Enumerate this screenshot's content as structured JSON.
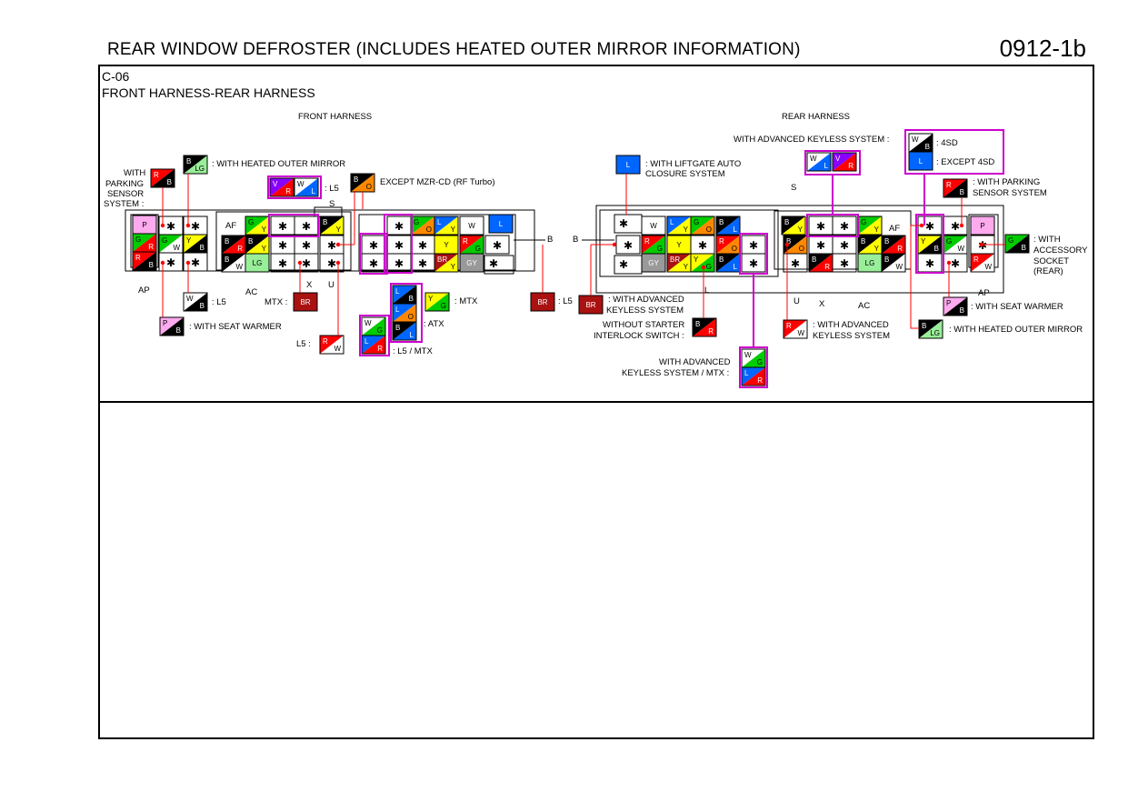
{
  "page": {
    "title": "REAR WINDOW DEFROSTER (INCLUDES HEATED OUTER MIRROR INFORMATION)",
    "code": "0912-1b"
  },
  "connector": {
    "id": "C-06",
    "name": "FRONT HARNESS-REAR HARNESS",
    "front_label": "FRONT HARNESS",
    "rear_label": "REAR HARNESS"
  },
  "colors": {
    "B": "#000000",
    "W": "#ffffff",
    "R": "#ff0000",
    "G": "#00cc00",
    "LG": "#99ee99",
    "Y": "#ffff00",
    "O": "#ff8800",
    "L": "#0066ff",
    "V": "#8800ff",
    "P": "#ffaaee",
    "BR": "#aa1111",
    "GY": "#999999",
    "highlight": "#cc00cc",
    "dot": "#ff0000"
  },
  "front": {
    "marks": {
      "ap": "AP",
      "af": "AF",
      "ac": "AC",
      "x": "X",
      "u": "U",
      "s": "S",
      "b": "B"
    },
    "notes": [
      {
        "code": "R/B",
        "text": "WITH PARKING SENSOR SYSTEM :"
      },
      {
        "code": "B/LG",
        "text": ": WITH HEATED OUTER MIRROR"
      },
      {
        "code": "V/R W/L",
        "text": ": L5"
      },
      {
        "code": "B/O",
        "text": "EXCEPT MZR-CD (RF Turbo)"
      },
      {
        "code": "W/B",
        "text": ": L5"
      },
      {
        "code": "P/B",
        "text": ": WITH SEAT WARMER"
      },
      {
        "code": "BR",
        "text": "MTX :"
      },
      {
        "code": "R/W",
        "text": "L5 :"
      },
      {
        "code": "W/G L/R",
        "text": ""
      },
      {
        "code": "L/B L/O B/L",
        "text": ": ATX"
      },
      {
        "code": "",
        "text": ": L5 / MTX"
      },
      {
        "code": "Y/G",
        "text": ": MTX"
      },
      {
        "code": "BR",
        "text": ": L5"
      }
    ]
  },
  "rear": {
    "marks": {
      "ap": "AP",
      "af": "AF",
      "ac": "AC",
      "x": "X",
      "u": "U",
      "s": "S",
      "b": "B",
      "l": "L"
    },
    "notes": [
      {
        "code": "L",
        "text": ": WITH LIFTGATE AUTO CLOSURE SYSTEM"
      },
      {
        "code": "",
        "text": "WITH ADVANCED KEYLESS SYSTEM :"
      },
      {
        "code": "W/B",
        "text": ": 4SD"
      },
      {
        "code": "L",
        "text": ": EXCEPT 4SD"
      },
      {
        "code": "R/B",
        "text": ": WITH PARKING SENSOR SYSTEM"
      },
      {
        "code": "G/B",
        "text": ": WITH ACCESSORY SOCKET (REAR)"
      },
      {
        "code": "BR",
        "text": ": WITH ADVANCED KEYLESS SYSTEM"
      },
      {
        "code": "B/R",
        "text": "WITHOUT STARTER INTERLOCK SWITCH :"
      },
      {
        "code": "W/G L/R",
        "text": "WITH ADVANCED KEYLESS SYSTEM / MTX :"
      },
      {
        "code": "R/W",
        "text": ": WITH ADVANCED KEYLESS SYSTEM"
      },
      {
        "code": "P/B",
        "text": ": WITH SEAT WARMER"
      },
      {
        "code": "B/LG",
        "text": ": WITH HEATED OUTER MIRROR"
      }
    ]
  }
}
